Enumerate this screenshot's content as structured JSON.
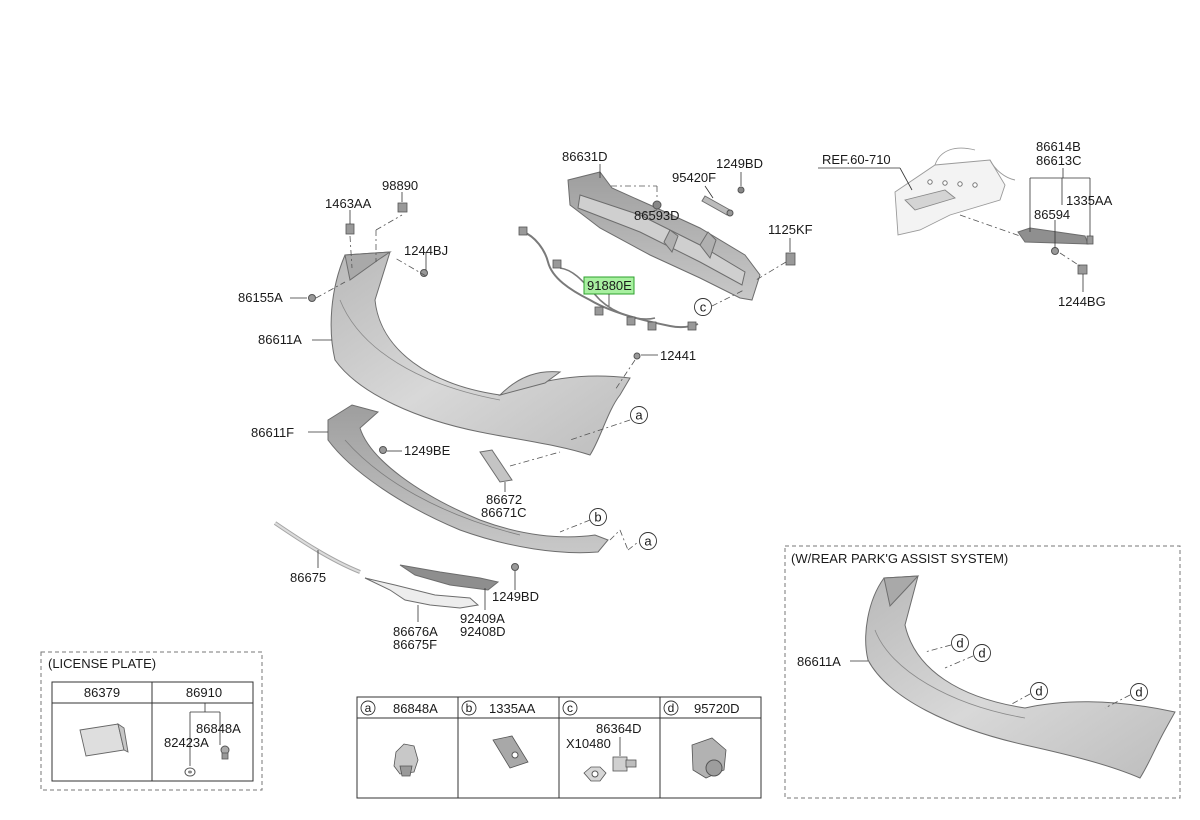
{
  "parts": {
    "p86631D": "86631D",
    "p1249BD_top": "1249BD",
    "p95420F": "95420F",
    "p86593D": "86593D",
    "p1125KF": "1125KF",
    "p91880E": "91880E",
    "p98890": "98890",
    "p1463AA": "1463AA",
    "p1244BJ": "1244BJ",
    "p86155A": "86155A",
    "p86611A": "86611A",
    "p12441": "12441",
    "p86611F": "86611F",
    "p1249BE": "1249BE",
    "p86672": "86672",
    "p86671C": "86671C",
    "p86675": "86675",
    "p1249BD_low": "1249BD",
    "p92409A": "92409A",
    "p92408D": "92408D",
    "p86676A": "86676A",
    "p86675F": "86675F",
    "pREF": "REF.60-710",
    "p86614B": "86614B",
    "p86613C": "86613C",
    "p1335AA_top": "1335AA",
    "p86594": "86594",
    "p1244BG": "1244BG"
  },
  "callouts": {
    "a": "a",
    "b": "b",
    "c": "c",
    "d": "d"
  },
  "license_box": {
    "title": "(LICENSE PLATE)",
    "col1": "86379",
    "col2": "86910",
    "sub1": "86848A",
    "sub2": "82423A"
  },
  "legend_table": {
    "a": "86848A",
    "b": "1335AA",
    "c_top": "86364D",
    "c_left": "X10480",
    "d": "95720D"
  },
  "park_box": {
    "title": "(W/REAR PARK'G ASSIST SYSTEM)",
    "part": "86611A"
  }
}
